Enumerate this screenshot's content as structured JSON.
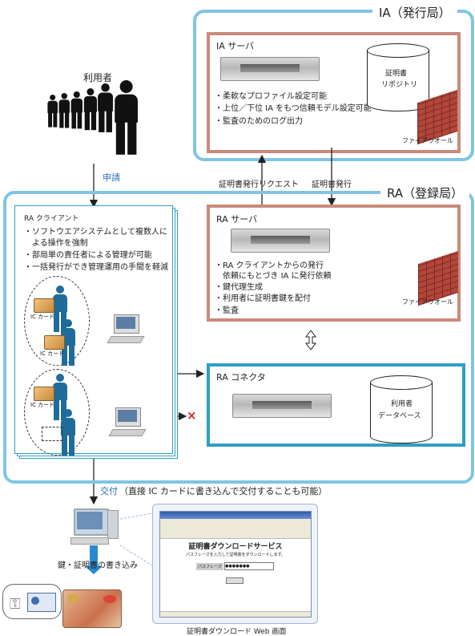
{
  "ia": {
    "title": "IA（発行局）",
    "server_label": "IA サーバ",
    "features": [
      "・柔軟なプロファイル設定可能",
      "・上位／下位 IA をもつ信頼モデル設定可能",
      "・監査のためのログ出力"
    ],
    "repository_lines": [
      "証明書",
      "リポジトリ"
    ],
    "firewall_label": "ファイアウオール"
  },
  "ra": {
    "title": "RA（登録局）",
    "server_label": "RA サーバ",
    "features": [
      "・RA クライアントからの発行",
      "　依頼にもとづき IA に発行依頼",
      "・鍵代理生成",
      "・利用者に証明書鍵を配付",
      "・監査"
    ],
    "firewall_label": "ファイアウオール",
    "connector_label": "RA コネクタ",
    "db_lines": [
      "利用者",
      "データベース"
    ]
  },
  "client": {
    "title": "RA クライアント",
    "features": [
      "・ソフトウエアシステムとして複数人に",
      "　よる操作を強制",
      "・部局単の責任者による管理が可能",
      "・一括発行ができ管理運用の手間を軽減"
    ],
    "ic_card_label": "IC カード"
  },
  "flows": {
    "user": "利用者",
    "apply": "申請",
    "cert_request": "証明書発行リクエスト",
    "cert_issue": "証明書発行",
    "delivery": "交付",
    "delivery_note": "（直接 IC カードに書き込んで交付することも可能）",
    "write": "鍵・証明書の書き込み",
    "reject_mark": "×"
  },
  "browser": {
    "heading": "証明書ダウンロードサービス",
    "instruction": "パスフレーズを入力して証明書をダウンロードします。",
    "field_label": "パスフレーズ",
    "field_value": "●●●●●●●",
    "caption": "証明書ダウンロード Web 画面"
  },
  "colors": {
    "container_border": "#7fc4e4",
    "server_border": "#c98a7b",
    "connector_border": "#2e9fc2",
    "flow_text": "#2a6fb8",
    "reject": "#d62020"
  }
}
